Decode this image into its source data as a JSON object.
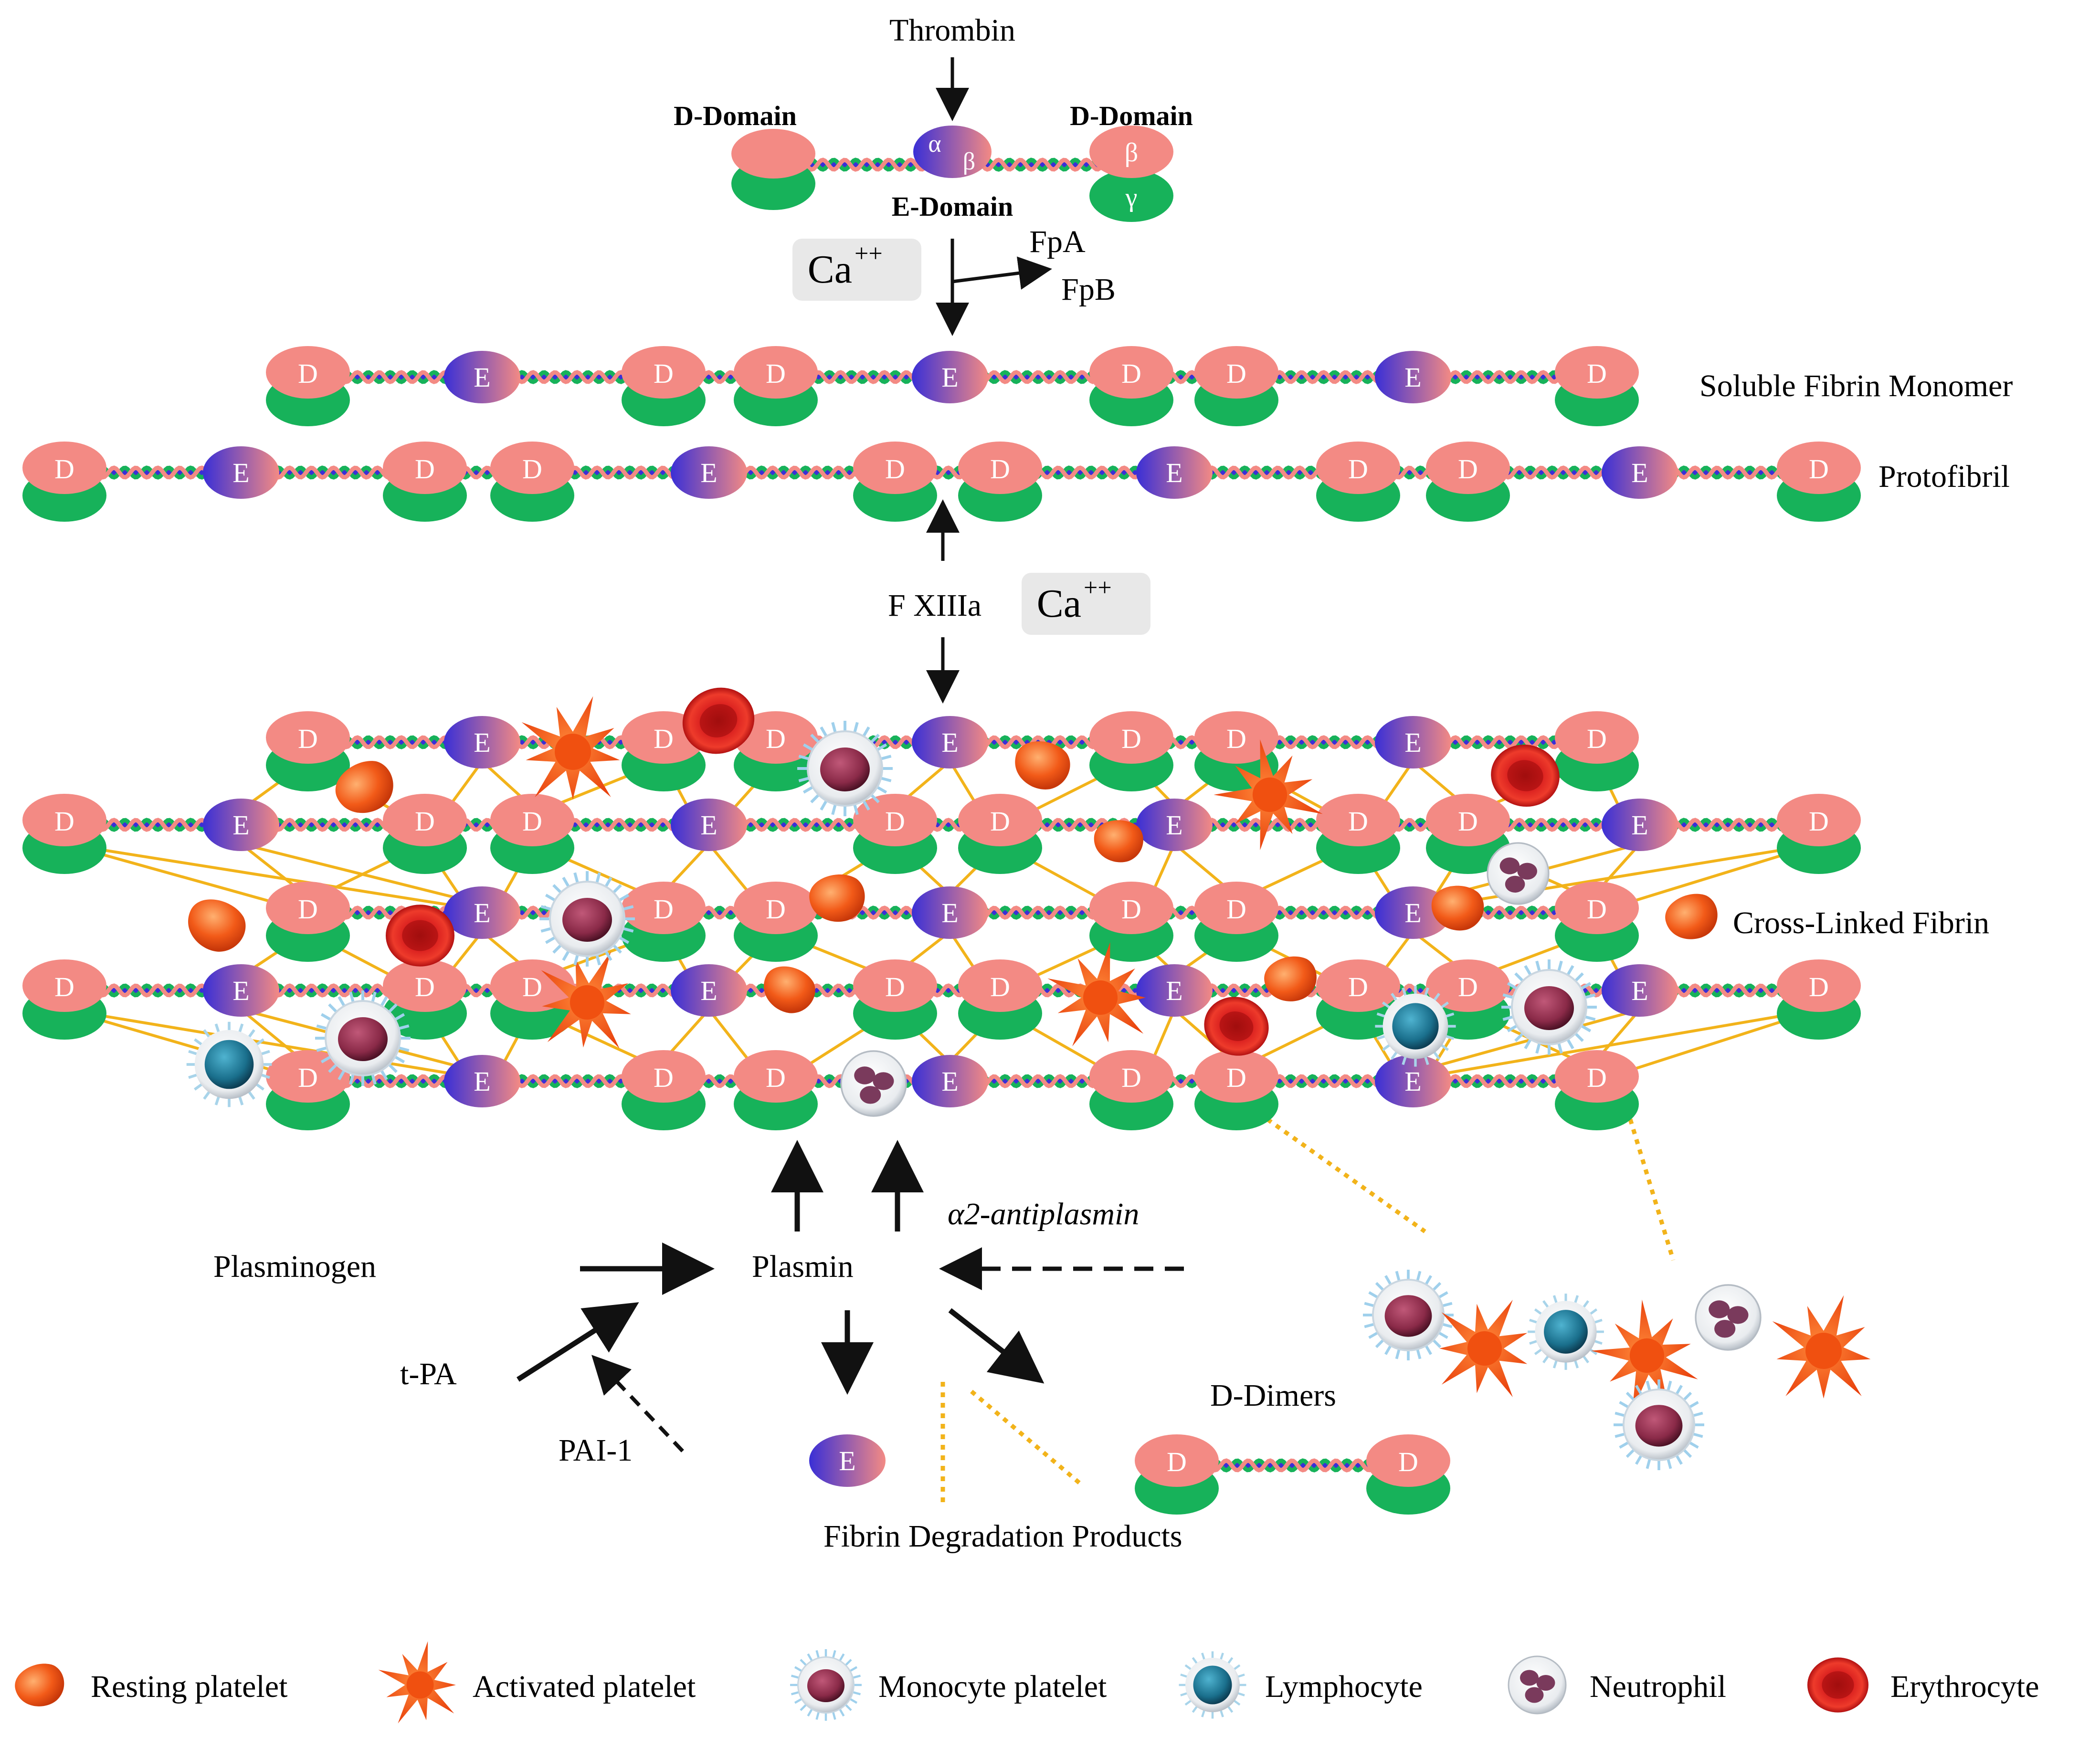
{
  "colors": {
    "alpha_blue": "#3a2fd6",
    "beta_pink": "#f38a84",
    "gamma_green": "#17b25a",
    "crosslink": "#f2b31a",
    "arrow": "#111111",
    "ca_box": "#e8e8e8",
    "erythrocyte": "#d81e1e",
    "platelet": "#f25a18",
    "monocyte_core": "#8a2a48",
    "lymphocyte_core": "#1a6f8c",
    "neutrophil_lobe": "#7a3a5c"
  },
  "stage1": {
    "thrombin": "Thrombin",
    "d_domain_left": "D-Domain",
    "d_domain_right": "D-Domain",
    "e_domain": "E-Domain",
    "alpha": "α",
    "beta_center": "β",
    "beta_right": "β",
    "gamma_right": "γ",
    "ca_label": "Ca",
    "ca_sup": "++",
    "fpa": "FpA",
    "fpb": "FpB"
  },
  "stage2": {
    "soluble_monomer": "Soluble Fibrin Monomer",
    "protofibril": "Protofibril",
    "d_letter": "D",
    "e_letter": "E"
  },
  "stage3": {
    "fxiiia": "F XIIIa",
    "ca_label": "Ca",
    "ca_sup": "++",
    "cross_linked": "Cross-Linked Fibrin"
  },
  "stage4": {
    "plasminogen": "Plasminogen",
    "plasmin": "Plasmin",
    "antiplasmin": "α2-antiplasmin",
    "tpa": "t-PA",
    "pai1": "PAI-1",
    "d_dimers": "D-Dimers",
    "fdp": "Fibrin Degradation Products",
    "e_letter": "E",
    "d_letter": "D"
  },
  "legend": [
    {
      "icon": "resting-platelet",
      "label": "Resting platelet"
    },
    {
      "icon": "activated-platelet",
      "label": "Activated platelet"
    },
    {
      "icon": "monocyte-platelet",
      "label": "Monocyte platelet"
    },
    {
      "icon": "lymphocyte",
      "label": "Lymphocyte"
    },
    {
      "icon": "neutrophil",
      "label": "Neutrophil"
    },
    {
      "icon": "erythrocyte",
      "label": "Erythrocyte"
    }
  ]
}
